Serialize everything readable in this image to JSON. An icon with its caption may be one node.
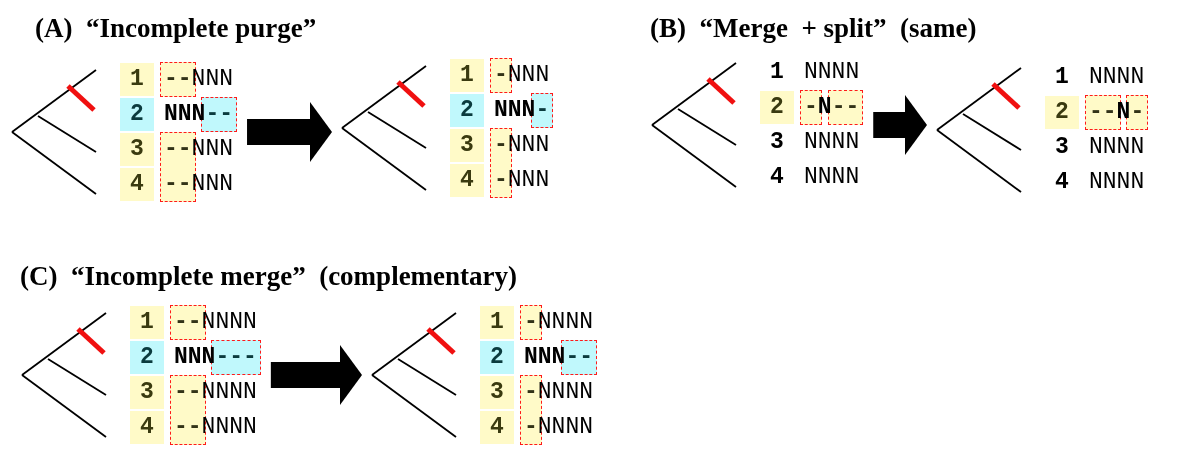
{
  "diagram": {
    "nodes": [
      {
        "text": [
          "1",
          "--",
          "NNN",
          "2",
          "NNN",
          "--",
          "3",
          "--",
          "NNN",
          "4",
          "--",
          "NNN"
        ]
      },
      {
        "text": [
          "1",
          "-",
          "NNN",
          "2",
          "NNN",
          "-",
          "3",
          "-",
          "NNN",
          "4",
          "-",
          "NNN"
        ]
      },
      {
        "text": [
          "1",
          "NNNN",
          "2",
          "-",
          "N",
          "--",
          "3",
          "NNNN",
          "4",
          "NNNN"
        ]
      },
      {
        "text": [
          "1",
          "NNNN",
          "2",
          "--",
          "N",
          "-",
          "3",
          "NNNN",
          "4",
          "NNNN"
        ]
      },
      {
        "text": [
          "1",
          "--",
          "NNNN",
          "2",
          "NNN",
          "---",
          "3",
          "--",
          "NNNN",
          "4",
          "--",
          "NNNN"
        ]
      },
      {
        "text": [
          "1",
          "-",
          "NNNN",
          "2",
          "NNN",
          "--",
          "3",
          "-",
          "NNNN",
          "4",
          "-",
          "NNNN"
        ]
      }
    ],
    "edges": [
      {
        "from": 0,
        "to": 1,
        "arrow": "to"
      },
      {
        "from": 2,
        "to": 3,
        "arrow": "to"
      },
      {
        "from": 4,
        "to": 5,
        "arrow": "to"
      }
    ],
    "labels": [
      "(A)  “Incomplete purge”",
      "(B)  “Merge  + split”  (same)",
      "(C)  “Incomplete merge”  (complementary)"
    ]
  }
}
